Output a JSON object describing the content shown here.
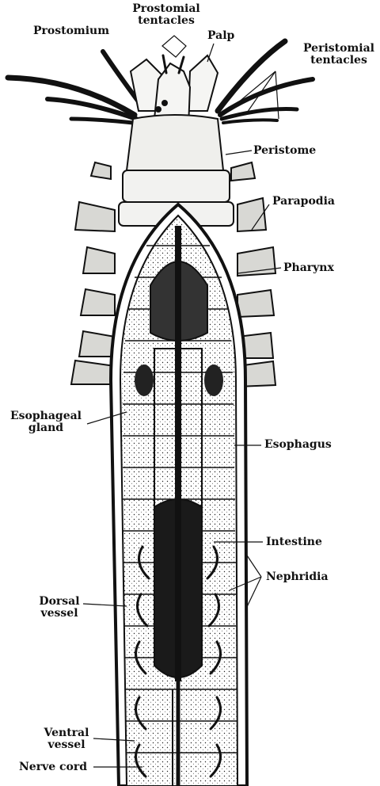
{
  "labels": {
    "prostomium": "Prostomium",
    "prostomial_tentacles_1": "Prostomial",
    "prostomial_tentacles_2": "tentacles",
    "palp": "Palp",
    "peristomial_tentacles_1": "Peristomial",
    "peristomial_tentacles_2": "tentacles",
    "peristome": "Peristome",
    "parapodia": "Parapodia",
    "pharynx": "Pharynx",
    "esophageal_gland_1": "Esophageal",
    "esophageal_gland_2": "gland",
    "esophagus": "Esophagus",
    "intestine": "Intestine",
    "nephridia": "Nephridia",
    "dorsal_vessel_1": "Dorsal",
    "dorsal_vessel_2": "vessel",
    "ventral_vessel_1": "Ventral",
    "ventral_vessel_2": "vessel",
    "nerve_cord": "Nerve cord"
  },
  "colors": {
    "ink": "#111111",
    "paper": "#ffffff",
    "body_fill": "#f2f2f0"
  }
}
